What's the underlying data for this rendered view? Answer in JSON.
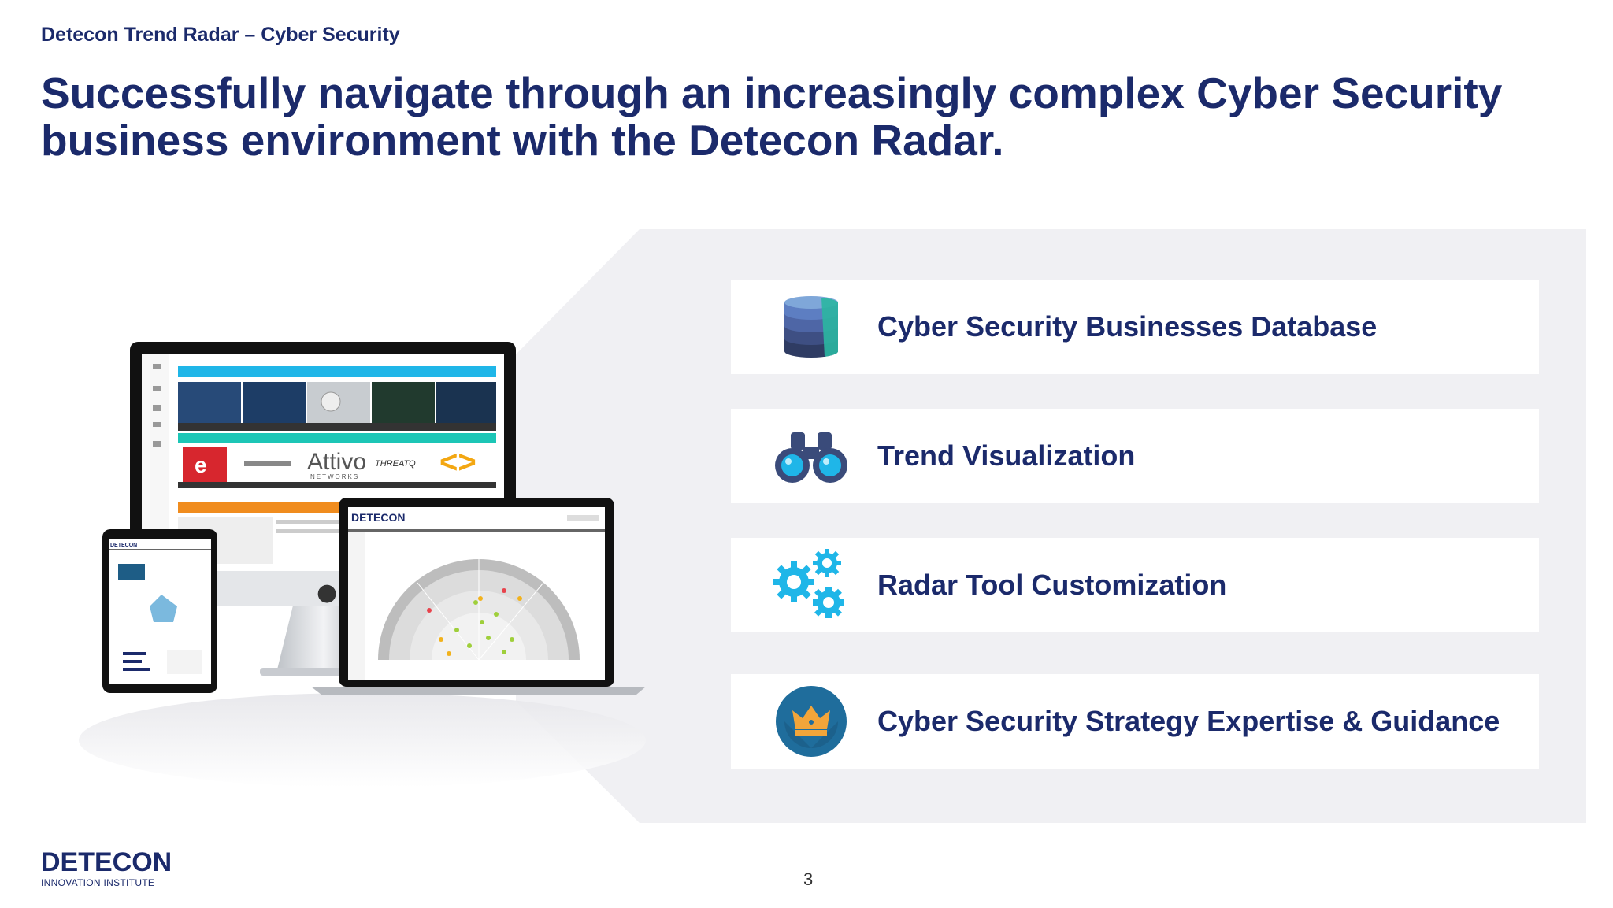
{
  "header": {
    "kicker": "Detecon Trend Radar – Cyber Security",
    "headline": "Successfully navigate through an increasingly complex Cyber Security business environment with the Detecon Radar."
  },
  "features": [
    {
      "label": "Cyber Security Businesses Database",
      "icon": "database-icon"
    },
    {
      "label": "Trend Visualization",
      "icon": "binoculars-icon"
    },
    {
      "label": "Radar Tool Customization",
      "icon": "gears-icon"
    },
    {
      "label": "Cyber Security Strategy Expertise & Guidance",
      "icon": "crown-icon"
    }
  ],
  "devices_mockup": {
    "monitor_brand_texts": [
      "Attivo",
      "NETWORKS",
      "THREATQ"
    ],
    "laptop_brand": "DETECON",
    "tablet_brand": "DETECON"
  },
  "footer": {
    "brand": "DETECON",
    "sub": "INNOVATION INSTITUTE",
    "page_number": "3"
  },
  "colors": {
    "navy": "#1b2a6b",
    "panel": "#f0f0f3",
    "cyan": "#1fb6e8",
    "orange": "#f08c1e"
  }
}
